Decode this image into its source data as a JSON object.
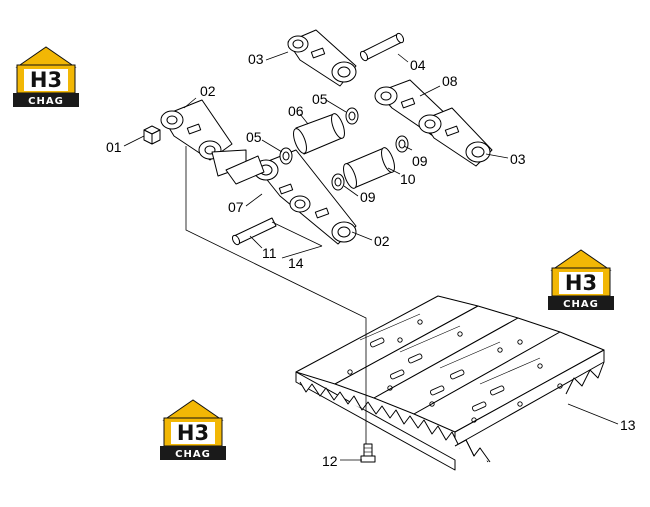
{
  "labels": {
    "l01": "01",
    "l02a": "02",
    "l02b": "02",
    "l03a": "03",
    "l03b": "03",
    "l04": "04",
    "l05a": "05",
    "l05b": "05",
    "l06": "06",
    "l07": "07",
    "l08": "08",
    "l09a": "09",
    "l09b": "09",
    "l10": "10",
    "l11": "11",
    "l12": "12",
    "l13": "13",
    "l14": "14"
  },
  "logo": {
    "mark": "H3",
    "sub": "CHAG",
    "color_yellow": "#f2b705",
    "color_dark": "#1a1a1a"
  }
}
